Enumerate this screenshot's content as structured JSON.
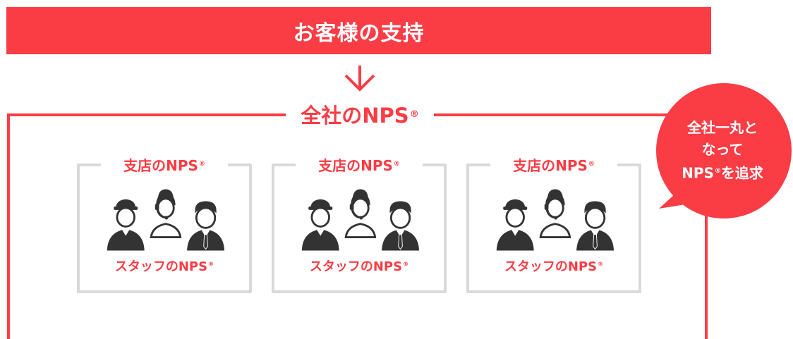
{
  "banner": {
    "title": "お客様の支持"
  },
  "company": {
    "label": "全社のNPS",
    "mark": "®"
  },
  "branches": [
    {
      "label": "支店のNPS",
      "mark": "®",
      "staff_label": "スタッフのNPS",
      "staff_mark": "®",
      "icons": [
        "worker-cap-icon",
        "headset-operator-icon",
        "businessman-icon"
      ]
    },
    {
      "label": "支店のNPS",
      "mark": "®",
      "staff_label": "スタッフのNPS",
      "staff_mark": "®",
      "icons": [
        "worker-cap-icon",
        "headset-operator-icon",
        "businessman-icon"
      ]
    },
    {
      "label": "支店のNPS",
      "mark": "®",
      "staff_label": "スタッフのNPS",
      "staff_mark": "®",
      "icons": [
        "worker-cap-icon",
        "headset-operator-icon",
        "businessman-icon"
      ]
    }
  ],
  "bubble": {
    "line1": "全社一丸と",
    "line2": "なって",
    "line3_prefix": "NPS",
    "line3_mark": "®",
    "line3_suffix": "を追求"
  },
  "colors": {
    "accent": "#fa3c45",
    "frame_gray": "#d9d9d9",
    "icon_dark": "#333333"
  }
}
